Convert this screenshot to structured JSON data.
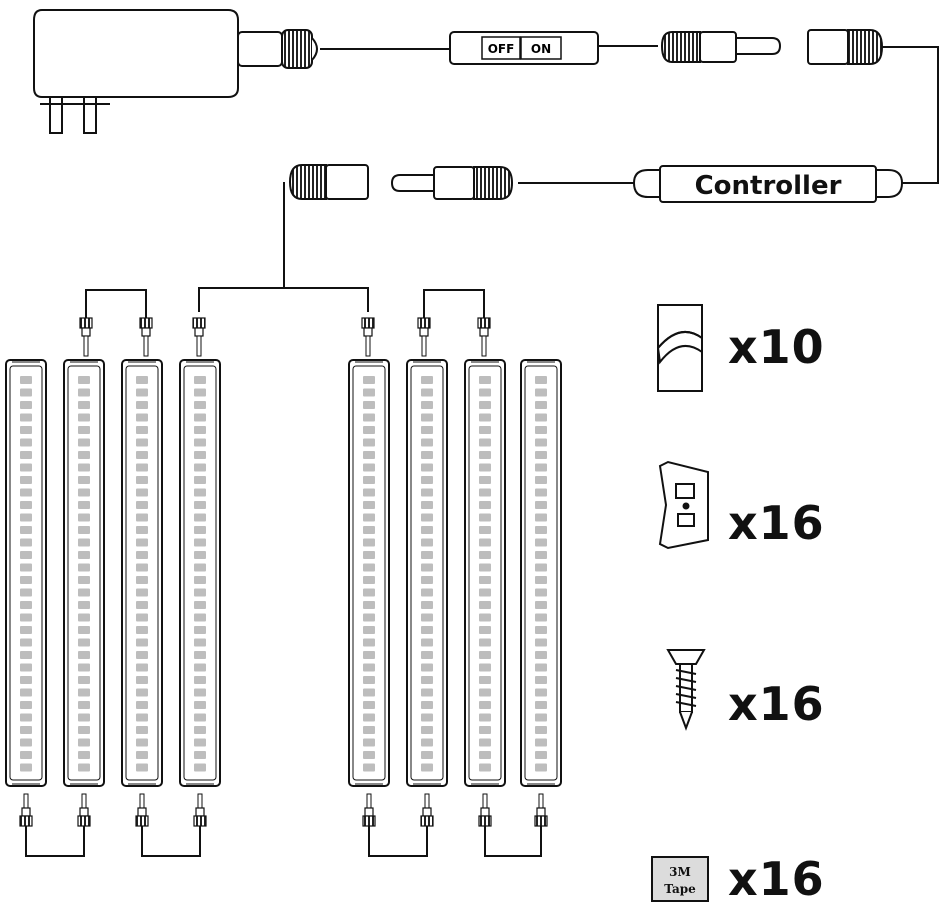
{
  "labels": {
    "switch_off": "OFF",
    "switch_on": "ON",
    "controller": "Controller",
    "tape_line1": "3M",
    "tape_line2": "Tape"
  },
  "accessories": [
    {
      "name": "connector-cable-clip",
      "icon": "cable-clip-icon",
      "quantity": "x10"
    },
    {
      "name": "mounting-clip",
      "icon": "mounting-clip-icon",
      "quantity": "x16"
    },
    {
      "name": "screw",
      "icon": "screw-icon",
      "quantity": "x16"
    },
    {
      "name": "3m-tape",
      "icon": "tape-icon",
      "quantity": "x16"
    }
  ],
  "light_bar_count": 8,
  "colors": {
    "line": "#111111",
    "bar_body": "#ffffff",
    "led": "#bdbdbd",
    "tape_fill": "#dcdcdc"
  }
}
